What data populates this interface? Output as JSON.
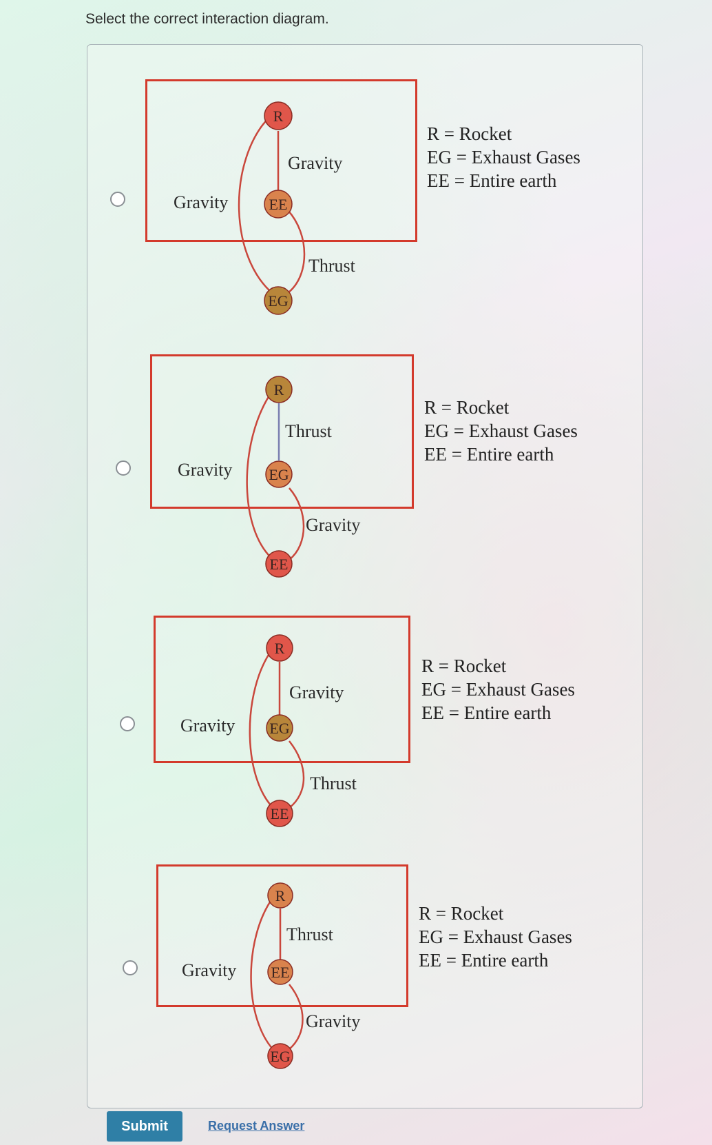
{
  "prompt": "Select the correct interaction diagram.",
  "options": [
    {
      "nodes": {
        "top": "R",
        "middle": "EE",
        "bottom": "EG"
      },
      "labels": {
        "left": "Gravity",
        "upper_right": "Gravity",
        "lower_right": "Thrust"
      },
      "legend": [
        "R = Rocket",
        "EG = Exhaust Gases",
        "EE = Entire earth"
      ]
    },
    {
      "nodes": {
        "top": "R",
        "middle": "EG",
        "bottom": "EE"
      },
      "labels": {
        "left": "Gravity",
        "upper_right": "Thrust",
        "lower_right": "Gravity"
      },
      "legend": [
        "R = Rocket",
        "EG = Exhaust Gases",
        "EE = Entire earth"
      ]
    },
    {
      "nodes": {
        "top": "R",
        "middle": "EG",
        "bottom": "EE"
      },
      "labels": {
        "left": "Gravity",
        "upper_right": "Gravity",
        "lower_right": "Thrust"
      },
      "legend": [
        "R = Rocket",
        "EG = Exhaust Gases",
        "EE = Entire earth"
      ]
    },
    {
      "nodes": {
        "top": "R",
        "middle": "EE",
        "bottom": "EG"
      },
      "labels": {
        "left": "Gravity",
        "upper_right": "Thrust",
        "lower_right": "Gravity"
      },
      "legend": [
        "R = Rocket",
        "EG = Exhaust Gases",
        "EE = Entire earth"
      ]
    }
  ],
  "buttons": {
    "submit": "Submit",
    "request_answer": "Request Answer"
  },
  "colors": {
    "box_border": "#d33a2c",
    "node_red": "#e0564a",
    "node_brown": "#b8863a",
    "node_orange": "#d9834d",
    "line": "#c9473c",
    "submit_bg": "#2f7fa6"
  }
}
